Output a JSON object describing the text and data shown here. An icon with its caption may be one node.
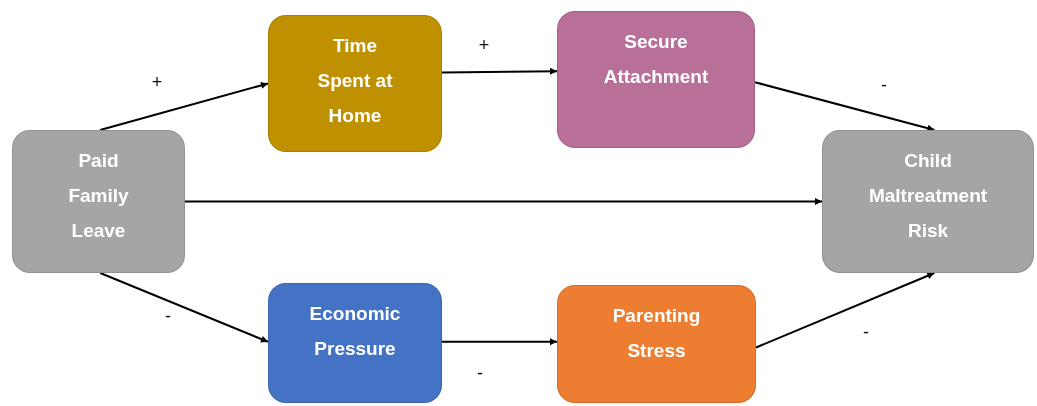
{
  "diagram": {
    "nodes": [
      {
        "text": [
          "Paid Family Leave"
        ]
      },
      {
        "text": [
          "Time Spent at Home"
        ]
      },
      {
        "text": [
          "Secure Attachment"
        ]
      },
      {
        "text": [
          "Economic Pressure"
        ]
      },
      {
        "text": [
          "Parenting Stress"
        ]
      },
      {
        "text": [
          "Child Maltreatment Risk"
        ]
      }
    ],
    "edges": [
      {
        "from": 0,
        "to": 1,
        "arrow": "to",
        "label": "+"
      },
      {
        "from": 1,
        "to": 2,
        "arrow": "to",
        "label": "+"
      },
      {
        "from": 2,
        "to": 5,
        "arrow": "to",
        "label": "-"
      },
      {
        "from": 0,
        "to": 5,
        "arrow": "to"
      },
      {
        "from": 0,
        "to": 3,
        "arrow": "to",
        "label": "-"
      },
      {
        "from": 3,
        "to": 4,
        "arrow": "to",
        "label": "-"
      },
      {
        "from": 4,
        "to": 5,
        "arrow": "to",
        "label": "-"
      }
    ]
  }
}
